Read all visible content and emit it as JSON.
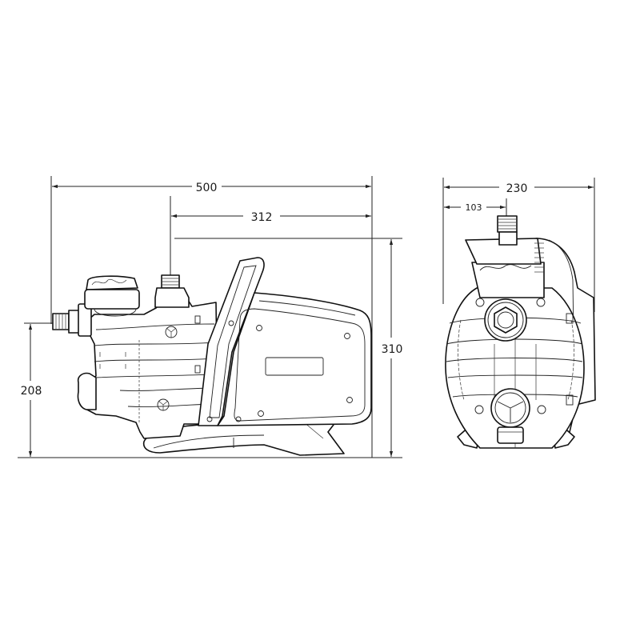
{
  "drawing": {
    "subject": "Jet pump dimension drawing",
    "units": "mm",
    "views": [
      {
        "name": "side-view"
      },
      {
        "name": "front-view"
      }
    ]
  },
  "dimensions": {
    "side_overall_length": "500",
    "side_outlet_to_rear": "312",
    "side_overall_height": "310",
    "side_inlet_height": "208",
    "front_overall_width": "230",
    "front_outlet_offset": "103"
  },
  "colors": {
    "line": "#111111",
    "background": "#ffffff"
  }
}
